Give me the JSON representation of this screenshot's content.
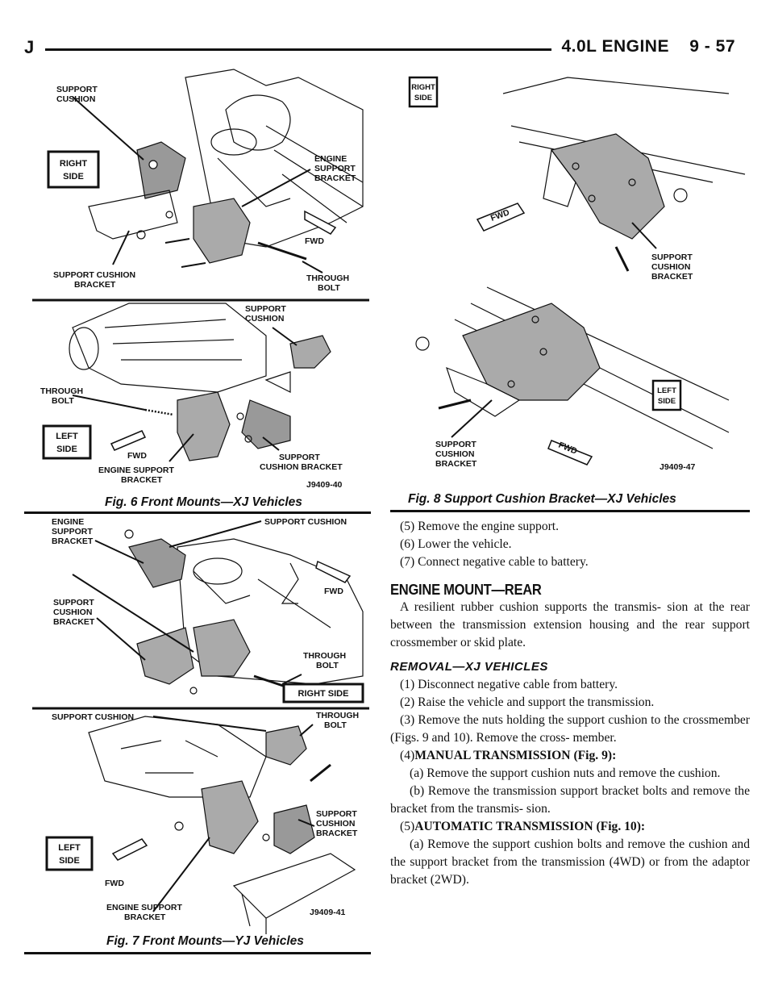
{
  "header": {
    "left": "J",
    "right": "4.0L ENGINE    9 - 57"
  },
  "fig6": {
    "caption": "Fig. 6 Front Mounts—XJ Vehicles",
    "code_top": "",
    "code": "J9409-40",
    "labels": {
      "support_cushion_top": [
        "SUPPORT",
        "CUSHION"
      ],
      "right_side": [
        "RIGHT",
        "SIDE"
      ],
      "engine_support_bracket": [
        "ENGINE",
        "SUPPORT",
        "BRACKET"
      ],
      "fwd": "FWD",
      "support_cushion_bracket": [
        "SUPPORT CUSHION",
        "BRACKET"
      ],
      "through_bolt": [
        "THROUGH",
        "BOLT"
      ],
      "support_cushion_2": [
        "SUPPORT",
        "CUSHION"
      ],
      "through_bolt_2": [
        "THROUGH",
        "BOLT"
      ],
      "left_side": [
        "LEFT",
        "SIDE"
      ],
      "fwd_2": "FWD",
      "engine_support_bracket_2": [
        "ENGINE SUPPORT",
        "BRACKET"
      ],
      "support_cushion_bracket_2": [
        "SUPPORT",
        "CUSHION BRACKET"
      ]
    }
  },
  "fig7": {
    "caption": "Fig. 7 Front Mounts—YJ Vehicles",
    "code": "J9409-41",
    "labels": {
      "engine_support_bracket": [
        "ENGINE",
        "SUPPORT",
        "BRACKET"
      ],
      "support_cushion_top": "SUPPORT CUSHION",
      "fwd": "FWD",
      "support_cushion_bracket": [
        "SUPPORT",
        "CUSHION",
        "BRACKET"
      ],
      "through_bolt": [
        "THROUGH",
        "BOLT"
      ],
      "right_side": "RIGHT SIDE",
      "support_cushion_2": "SUPPORT CUSHION",
      "through_bolt_2": [
        "THROUGH",
        "BOLT"
      ],
      "support_cushion_bracket_2": [
        "SUPPORT",
        "CUSHION",
        "BRACKET"
      ],
      "left_side": [
        "LEFT",
        "SIDE"
      ],
      "fwd_2": "FWD",
      "engine_support_bracket_2": [
        "ENGINE SUPPORT",
        "BRACKET"
      ]
    }
  },
  "fig8": {
    "caption": "Fig. 8 Support Cushion Bracket—XJ Vehicles",
    "code": "J9409-47",
    "labels": {
      "right_side": [
        "RIGHT",
        "SIDE"
      ],
      "fwd": "FWD",
      "support_cushion_bracket": [
        "SUPPORT",
        "CUSHION",
        "BRACKET"
      ],
      "left_side": [
        "LEFT",
        "SIDE"
      ],
      "support_cushion_bracket_2": [
        "SUPPORT",
        "CUSHION",
        "BRACKET"
      ],
      "fwd_2": "FWD"
    }
  },
  "text": {
    "s5": "(5) Remove the engine support.",
    "s6": "(6) Lower the vehicle.",
    "s7": "(7) Connect negative cable to battery.",
    "heading_rear": "ENGINE MOUNT—REAR",
    "para_rear": "A resilient rubber cushion supports the transmis- sion at the rear between the transmission extension housing and the rear support crossmember or skid plate.",
    "heading_removal": "REMOVAL—XJ VEHICLES",
    "r1": "(1) Disconnect negative cable from battery.",
    "r2": "(2) Raise the vehicle and support the transmission.",
    "r3": "(3) Remove the nuts holding the support cushion to the crossmember (Figs. 9 and 10). Remove the cross- member.",
    "r4_num": "(4)",
    "r4_bold": "MANUAL TRANSMISSION (Fig. 9):",
    "r4a": "(a) Remove the support cushion nuts and remove the cushion.",
    "r4b": "(b) Remove the transmission support bracket bolts and remove the bracket from the transmis- sion.",
    "r5_num": "(5)",
    "r5_bold": "AUTOMATIC TRANSMISSION (Fig. 10):",
    "r5a": "(a) Remove the support cushion bolts and remove the cushion and the support bracket from the transmission (4WD) or from the adaptor bracket (2WD)."
  }
}
